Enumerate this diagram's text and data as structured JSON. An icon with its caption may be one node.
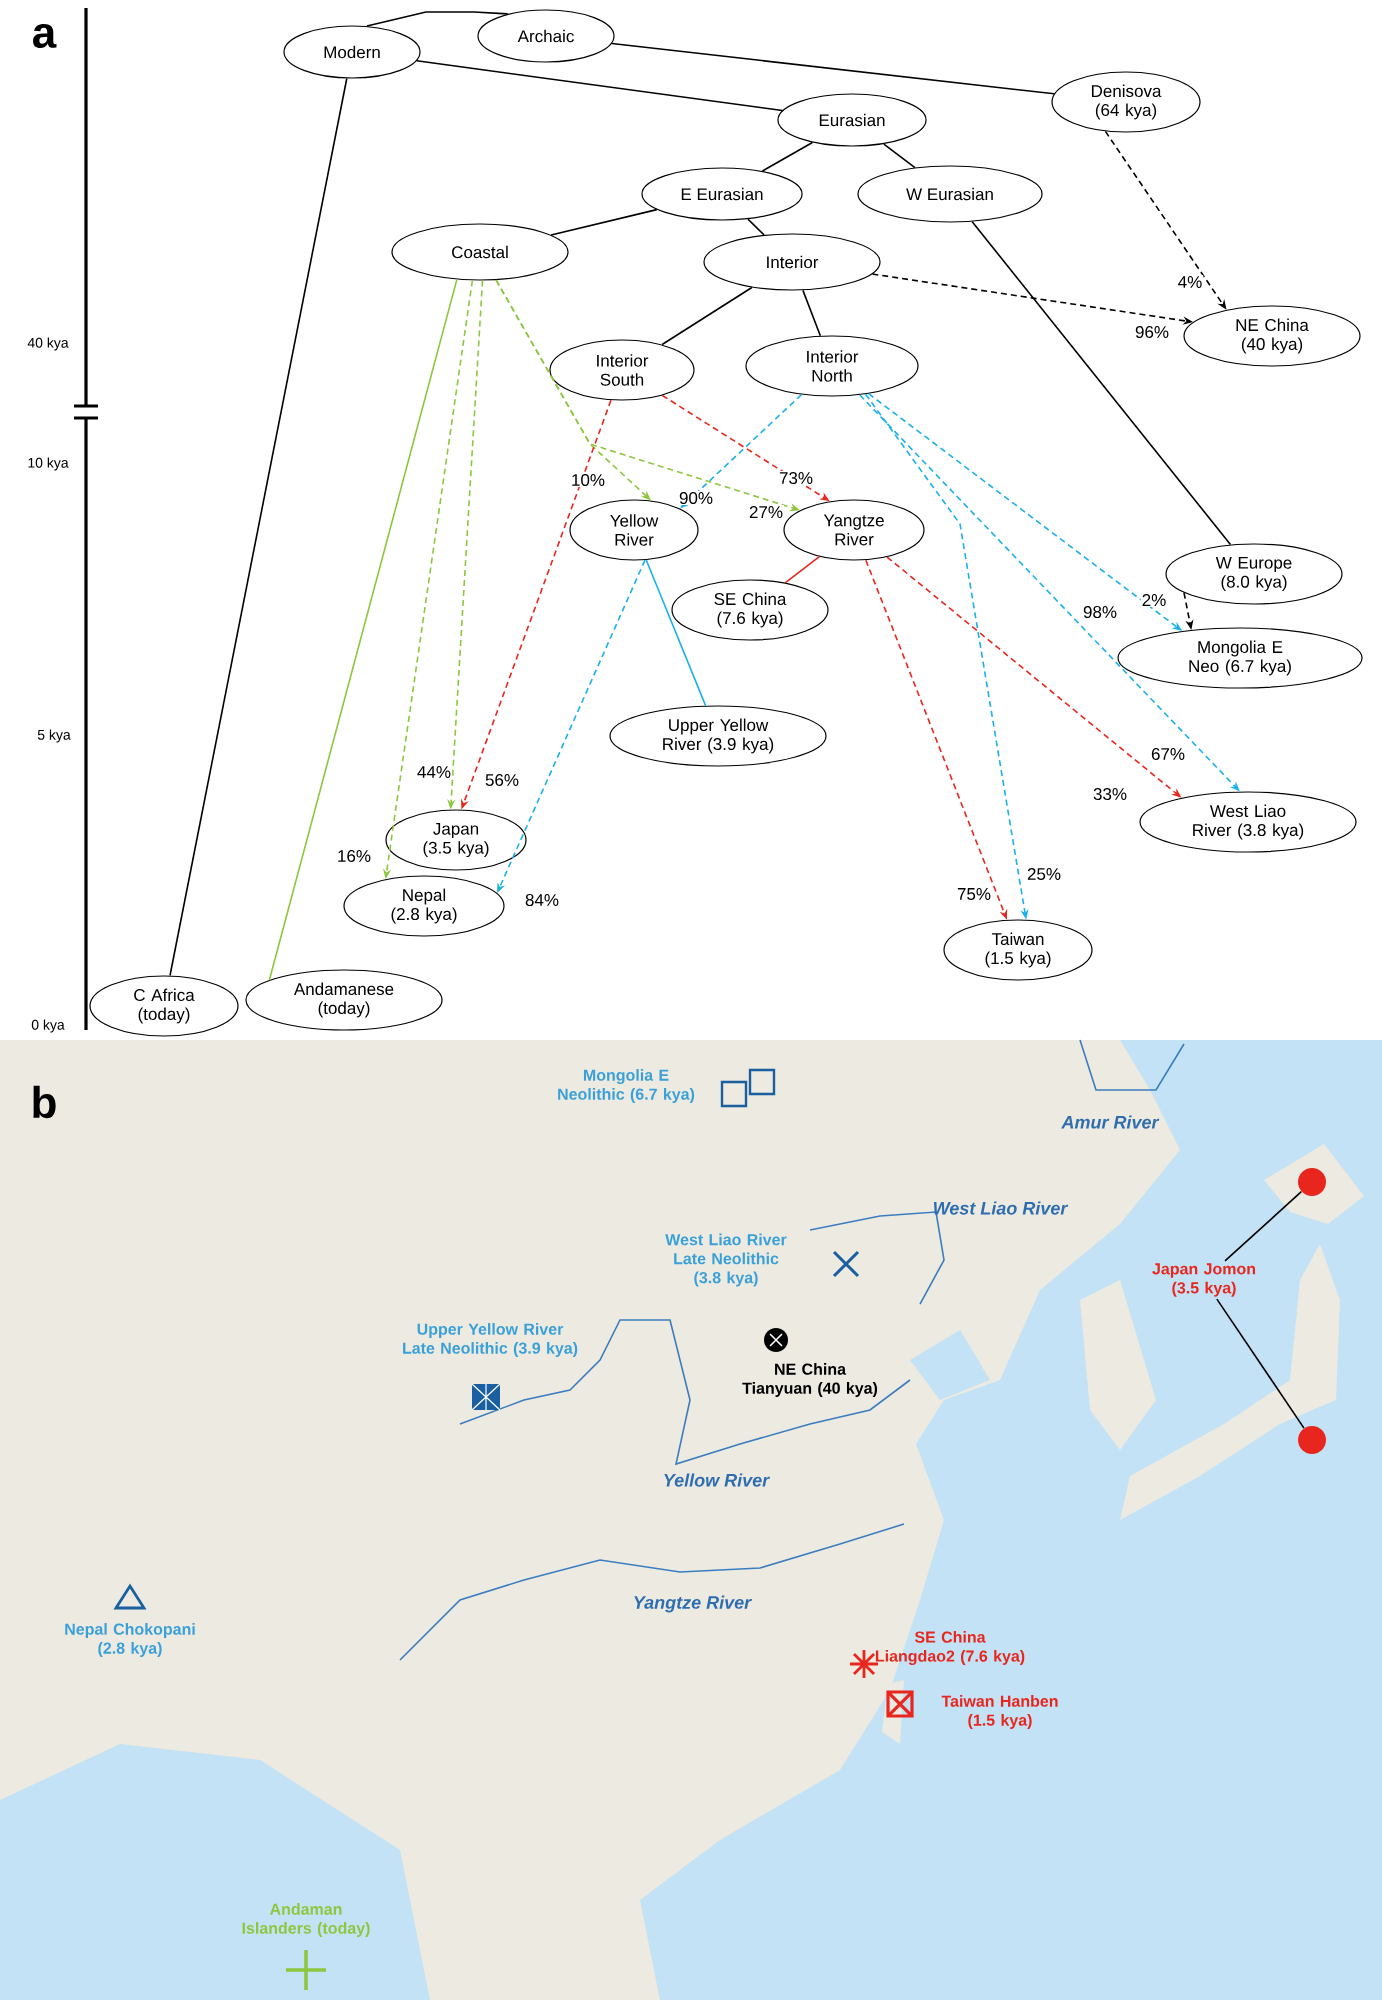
{
  "diagram": {
    "nodes": [
      {
        "text": [
          "Modern"
        ]
      },
      {
        "text": [
          "Archaic"
        ]
      },
      {
        "text": [
          "Denisova (64 kya)"
        ]
      },
      {
        "text": [
          "Eurasian"
        ]
      },
      {
        "text": [
          "E Eurasian"
        ]
      },
      {
        "text": [
          "W Eurasian"
        ]
      },
      {
        "text": [
          "Interior"
        ]
      },
      {
        "text": [
          "Coastal"
        ]
      },
      {
        "text": [
          "Interior South"
        ]
      },
      {
        "text": [
          "Interior North"
        ]
      },
      {
        "text": [
          "NE China (40 kya)"
        ]
      },
      {
        "text": [
          "Yellow River"
        ]
      },
      {
        "text": [
          "Yangtze River"
        ]
      },
      {
        "text": [
          "SE China (7.6 kya)"
        ]
      },
      {
        "text": [
          "W Europe (8.0 kya)"
        ]
      },
      {
        "text": [
          "Mongolia E Neo (6.7 kya)"
        ]
      },
      {
        "text": [
          "Upper Yellow River (3.9 kya)"
        ]
      },
      {
        "text": [
          "Japan (3.5 kya)"
        ]
      },
      {
        "text": [
          "Nepal (2.8 kya)"
        ]
      },
      {
        "text": [
          "West Liao River (3.8 kya)"
        ]
      },
      {
        "text": [
          "Taiwan (1.5 kya)"
        ]
      },
      {
        "text": [
          "C Africa (today)"
        ]
      },
      {
        "text": [
          "Andamanese (today)"
        ]
      },
      {
        "text": [
          "Japan Jomon (3.5 kya)"
        ]
      },
      {
        "text": [],
        "shape": "circle"
      },
      {
        "text": [],
        "shape": "circle"
      }
    ],
    "edges": [
      {
        "from": 0,
        "to": 1,
        "arrow": "none"
      },
      {
        "from": 1,
        "to": 2,
        "arrow": "none"
      },
      {
        "from": 0,
        "to": 3,
        "arrow": "none"
      },
      {
        "from": 0,
        "to": 21,
        "arrow": "none"
      },
      {
        "from": 3,
        "to": 4,
        "arrow": "none"
      },
      {
        "from": 3,
        "to": 5,
        "arrow": "none"
      },
      {
        "from": 4,
        "to": 6,
        "arrow": "none"
      },
      {
        "from": 4,
        "to": 7,
        "arrow": "none"
      },
      {
        "from": 6,
        "to": 8,
        "arrow": "none"
      },
      {
        "from": 6,
        "to": 9,
        "arrow": "none"
      },
      {
        "from": 5,
        "to": 14,
        "arrow": "none"
      },
      {
        "from": 2,
        "to": 10,
        "arrow": "to",
        "style": "dashed",
        "label": "4%"
      },
      {
        "from": 6,
        "to": 10,
        "arrow": "to",
        "style": "dashed",
        "label": "96%"
      },
      {
        "from": 14,
        "to": 15,
        "arrow": "to",
        "style": "dashed",
        "label": "2%"
      },
      {
        "from": 9,
        "to": 15,
        "arrow": "to",
        "style": "dashed",
        "color": "#1ab0e8",
        "label": "98%"
      },
      {
        "from": 7,
        "to": 22,
        "arrow": "none",
        "color": "#8dc63f"
      },
      {
        "from": 7,
        "to": 11,
        "arrow": "to",
        "style": "dashed",
        "color": "#8dc63f",
        "label": "10%"
      },
      {
        "from": 9,
        "to": 11,
        "arrow": "to",
        "style": "dashed",
        "color": "#1ab0e8",
        "label": "90%"
      },
      {
        "from": 7,
        "to": 12,
        "arrow": "to",
        "style": "dashed",
        "color": "#8dc63f",
        "label": "27%"
      },
      {
        "from": 8,
        "to": 12,
        "arrow": "to",
        "style": "dashed",
        "color": "#e8261e",
        "label": "73%"
      },
      {
        "from": 11,
        "to": 16,
        "arrow": "none",
        "color": "#1ab0e8"
      },
      {
        "from": 12,
        "to": 13,
        "arrow": "none",
        "color": "#e8261e"
      },
      {
        "from": 7,
        "to": 17,
        "arrow": "to",
        "style": "dashed",
        "color": "#8dc63f",
        "label": "44%"
      },
      {
        "from": 8,
        "to": 17,
        "arrow": "to",
        "style": "dashed",
        "color": "#e8261e",
        "label": "56%"
      },
      {
        "from": 7,
        "to": 18,
        "arrow": "to",
        "style": "dashed",
        "color": "#8dc63f",
        "label": "16%"
      },
      {
        "from": 11,
        "to": 18,
        "arrow": "to",
        "style": "dashed",
        "color": "#1ab0e8",
        "label": "84%"
      },
      {
        "from": 12,
        "to": 19,
        "arrow": "to",
        "style": "dashed",
        "color": "#e8261e",
        "label": "33%"
      },
      {
        "from": 9,
        "to": 19,
        "arrow": "to",
        "style": "dashed",
        "color": "#1ab0e8",
        "label": "67%"
      },
      {
        "from": 12,
        "to": 20,
        "arrow": "to",
        "style": "dashed",
        "color": "#e8261e",
        "label": "75%"
      },
      {
        "from": 9,
        "to": 20,
        "arrow": "to",
        "style": "dashed",
        "color": "#1ab0e8",
        "label": "25%"
      },
      {
        "from": 23,
        "to": 24,
        "arrow": "none"
      },
      {
        "from": 23,
        "to": 25,
        "arrow": "none"
      }
    ],
    "labels": [
      "a",
      "40 kya",
      "10 kya",
      "5 kya",
      "0 kya",
      "b",
      "Mongolia E Neolithic (6.7 kya)",
      "Amur River",
      "West Liao River",
      "West Liao River Late Neolithic (3.8 kya)",
      "Upper Yellow River Late Neolithic (3.9 kya)",
      "NE China Tianyuan (40 kya)",
      "Yellow River",
      "Nepal Chokopani (2.8 kya)",
      "Yangtze River",
      "SE China Liangdao2 (7.6 kya)",
      "Taiwan Hanben (1.5 kya)",
      "Andaman Islanders (today)"
    ]
  }
}
